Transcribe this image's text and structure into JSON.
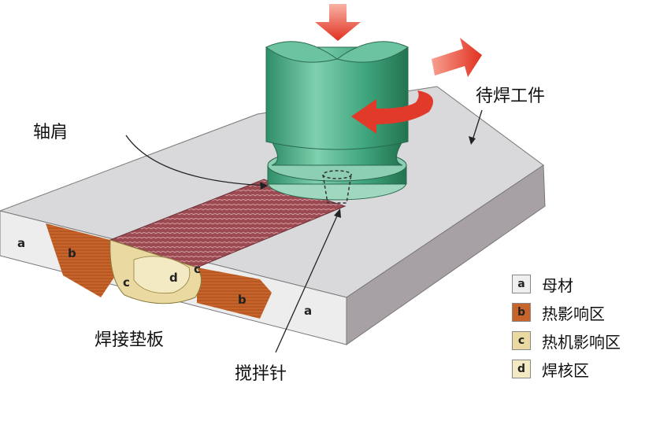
{
  "labels": {
    "workpiece": "待焊工件",
    "shoulder": "轴肩",
    "backing_plate": "焊接垫板",
    "pin": "搅拌针"
  },
  "zone_markers": [
    "a",
    "b",
    "c",
    "d",
    "c",
    "b",
    "a"
  ],
  "legend": [
    {
      "key": "a",
      "text": "母材",
      "color": "#efefef"
    },
    {
      "key": "b",
      "text": "热影响区",
      "color": "#c8642a"
    },
    {
      "key": "c",
      "text": "热机影响区",
      "color": "#ead9a0"
    },
    {
      "key": "d",
      "text": "焊核区",
      "color": "#f3e9c2"
    }
  ],
  "colors": {
    "tool": "#3fa57e",
    "arrow": "#e23a2a",
    "weld_seam": "#9b4a52",
    "plate_top": "#d9d9dc",
    "plate_front": "#ededed",
    "plate_side": "#a7a1a6"
  }
}
